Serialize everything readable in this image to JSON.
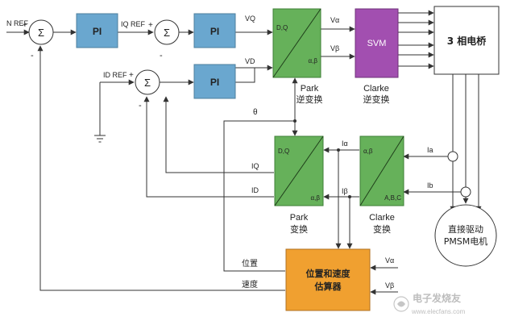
{
  "inputs": {
    "n_ref": "N REF",
    "iq_ref": "IQ REF",
    "id_ref": "ID REF"
  },
  "sum_symbol": "Σ",
  "signs": {
    "plus": "+",
    "minus": "-"
  },
  "pi_label": "PI",
  "signals": {
    "vq": "VQ",
    "vd": "VD",
    "v_alpha": "Vα",
    "v_beta": "Vβ",
    "theta": "θ",
    "iq": "IQ",
    "id": "ID",
    "i_alpha": "Iα",
    "i_beta": "Iβ",
    "ia": "Ia",
    "ib": "Ib",
    "position": "位置",
    "speed": "速度",
    "est_v_alpha": "Vα",
    "est_v_beta": "Vβ"
  },
  "inv_park": {
    "top_left": "D,Q",
    "bottom_right": "α,β",
    "caption_1": "Park",
    "caption_2": "逆变换"
  },
  "svm": {
    "label": "SVM",
    "caption_1": "Clarke",
    "caption_2": "逆变换"
  },
  "bridge": {
    "label": "3 相电桥"
  },
  "park": {
    "top_left": "D,Q",
    "bottom_right": "α,β",
    "caption_1": "Park",
    "caption_2": "变换"
  },
  "clarke": {
    "top_left": "α,β",
    "bottom_right": "A,B,C",
    "caption_1": "Clarke",
    "caption_2": "变换"
  },
  "motor": {
    "line1": "直接驱动",
    "line2": "PMSM电机"
  },
  "estimator": {
    "line1": "位置和速度",
    "line2": "估算器"
  },
  "watermark": {
    "brand": "电子发烧友",
    "url": "www.elecfans.com"
  },
  "colors": {
    "pi": "#6aa7cf",
    "transform": "#66b15a",
    "svm": "#a24fb0",
    "estimator": "#f0a030"
  }
}
